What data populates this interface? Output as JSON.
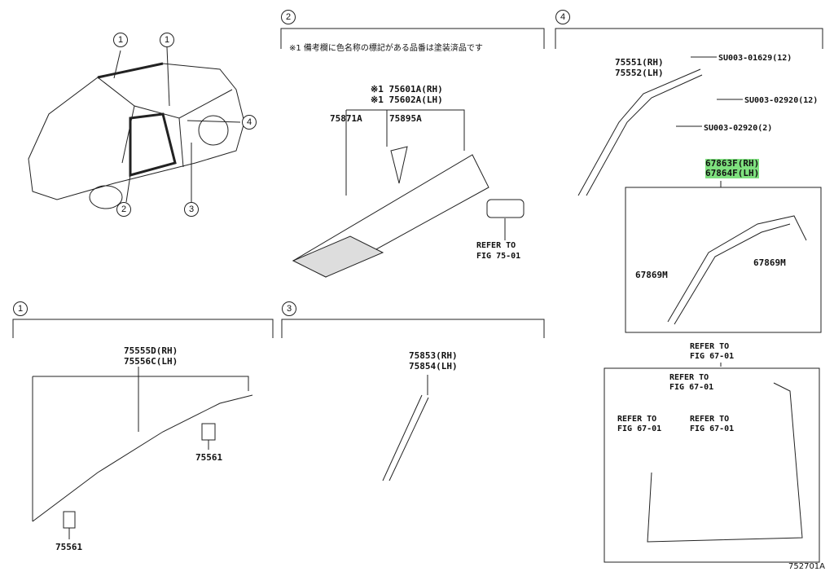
{
  "callouts": {
    "c1": "1",
    "c2": "2",
    "c3": "3",
    "c4": "4"
  },
  "section2": {
    "note": "※1 備考欄に色名称の標記がある品番は塗装済品です",
    "p1": "※1 75601A(RH)",
    "p2": "※1 75602A(LH)",
    "p3": "75871A",
    "p4": "75895A",
    "refer": "REFER TO",
    "fig": "FIG 75-01"
  },
  "section4": {
    "p1": "75551(RH)",
    "p2": "75552(LH)",
    "s1": "SU003-01629(12)",
    "s2": "SU003-02920(12)",
    "s3": "SU003-02920(2)",
    "h1": "67863F(RH)",
    "h2": "67864F(LH)",
    "c1": "67869M",
    "c2": "67869M",
    "refer": "REFER TO",
    "fig": "FIG 67-01"
  },
  "section1": {
    "p1": "75555D(RH)",
    "p2": "75556C(LH)",
    "c1": "75561",
    "c2": "75561"
  },
  "section3": {
    "p1": "75853(RH)",
    "p2": "75854(LH)"
  },
  "figure_id": "752701A",
  "highlight_color": "#7ee07e"
}
